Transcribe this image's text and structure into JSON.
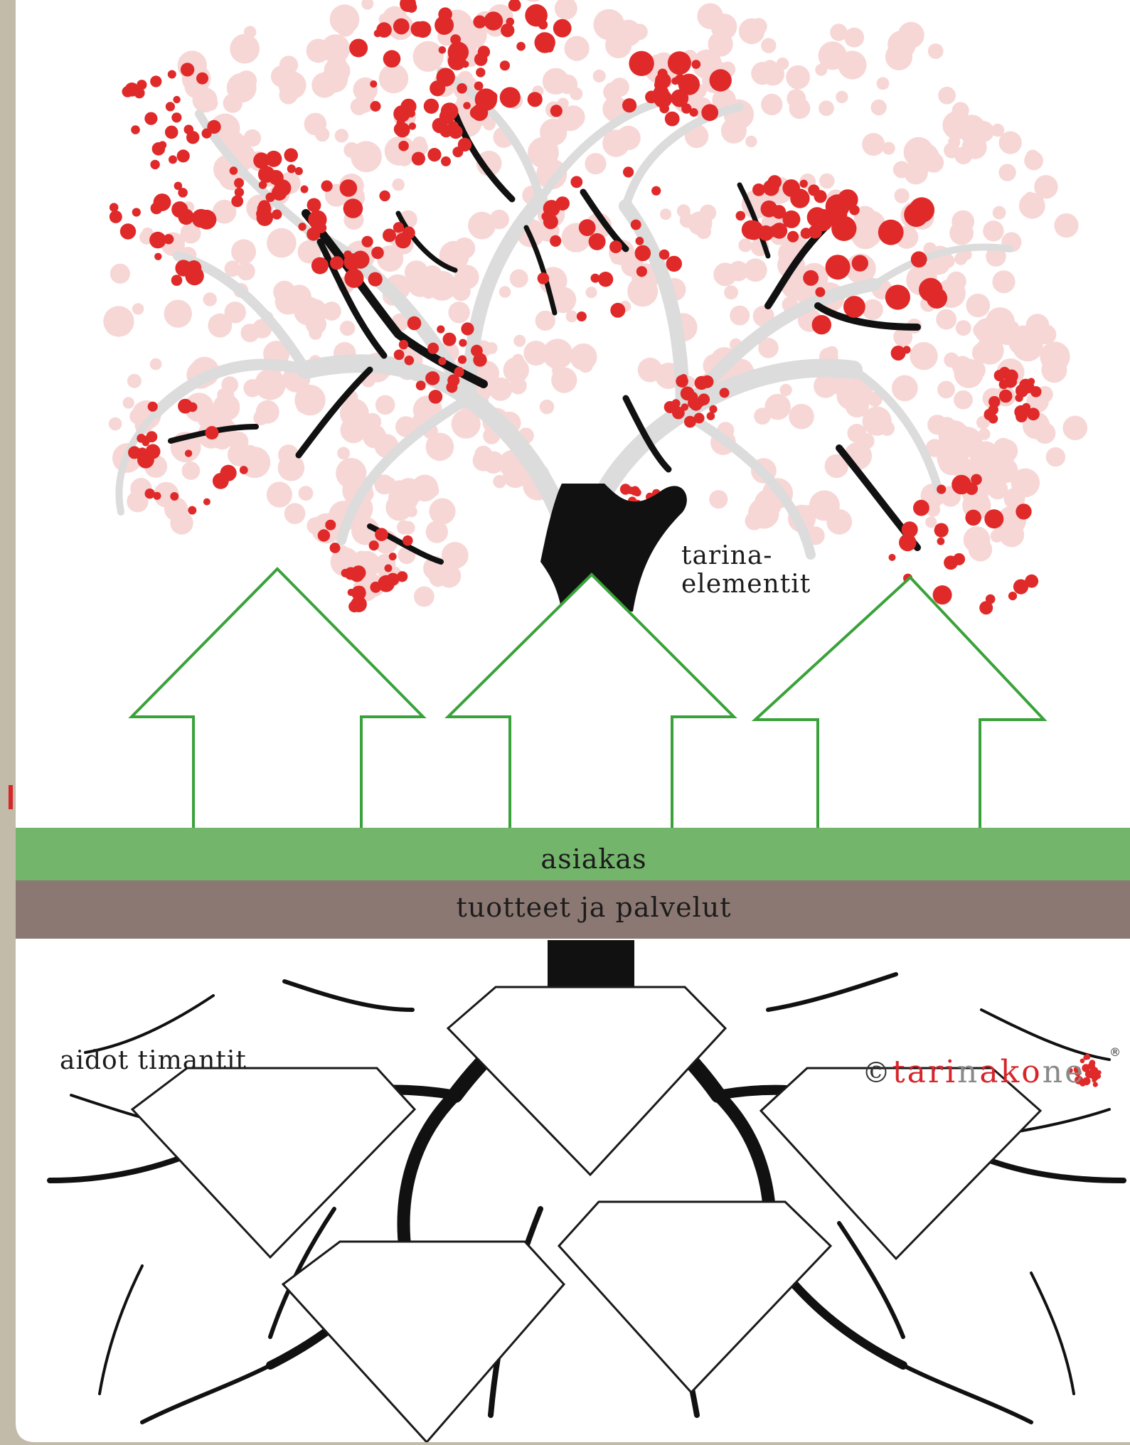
{
  "labels": {
    "tarina_line1": "tarina-",
    "tarina_line2": "elementit",
    "asiakas": "asiakas",
    "tuotteet": "tuotteet ja palvelut",
    "aidot": "aidot timantit"
  },
  "logo": {
    "copyright": "©",
    "part1": "tari",
    "part2": "n",
    "part3": "ako",
    "part4": "ne",
    "registered": "®"
  },
  "colors": {
    "frame": "#c3bba9",
    "page": "#ffffff",
    "berry_red": "#e02a2a",
    "berry_pale": "#f6d7d6",
    "branch_black": "#111111",
    "branch_grey": "#dcdcdc",
    "arrow_green": "#3aa23a",
    "ground_green": "#74b56c",
    "soil_brown": "#8b7872",
    "outline": "#1a1a1a"
  },
  "icons": {
    "arrows": "up-arrow-outline",
    "diamonds": "diamond-outline",
    "logo_mark": "berry-cluster-icon"
  }
}
